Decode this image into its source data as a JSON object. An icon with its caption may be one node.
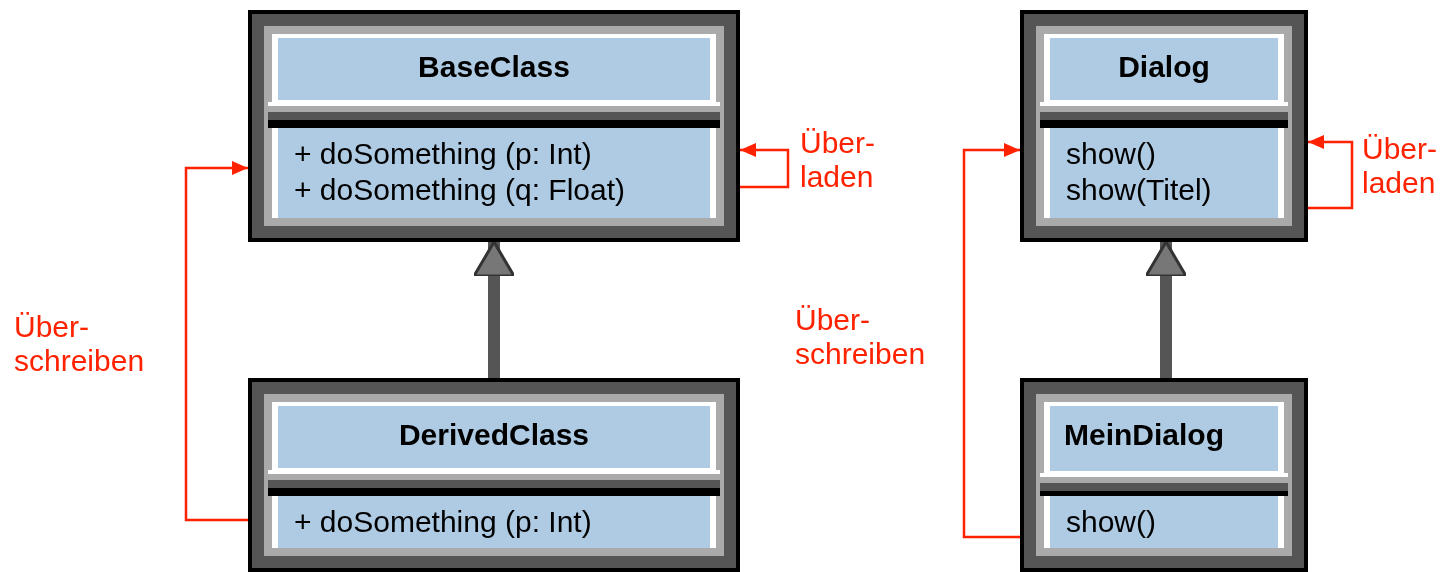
{
  "diagram": {
    "nodes": [
      {
        "text": [
          "BaseClass",
          "+ doSomething (p: Int)",
          "+ doSomething (q: Float)"
        ]
      },
      {
        "text": [
          "DerivedClass",
          "+ doSomething (p: Int)"
        ]
      },
      {
        "text": [
          "Dialog",
          "show()",
          "show(Titel)"
        ]
      },
      {
        "text": [
          "MeinDialog",
          "show()"
        ]
      }
    ],
    "edges": [
      {
        "from": 1,
        "to": 0,
        "arrow": "to",
        "style": "thick",
        "color": "#555555"
      },
      {
        "from": 0,
        "to": 0,
        "arrow": "to",
        "label": "Über- laden"
      },
      {
        "from": 1,
        "to": 0,
        "arrow": "to",
        "label": "Über- schreiben"
      },
      {
        "from": 3,
        "to": 2,
        "arrow": "to",
        "style": "thick",
        "color": "#555555"
      },
      {
        "from": 2,
        "to": 2,
        "arrow": "to",
        "label": "Über- laden"
      },
      {
        "from": 3,
        "to": 2,
        "arrow": "to",
        "label": "Über- schreiben"
      }
    ]
  }
}
